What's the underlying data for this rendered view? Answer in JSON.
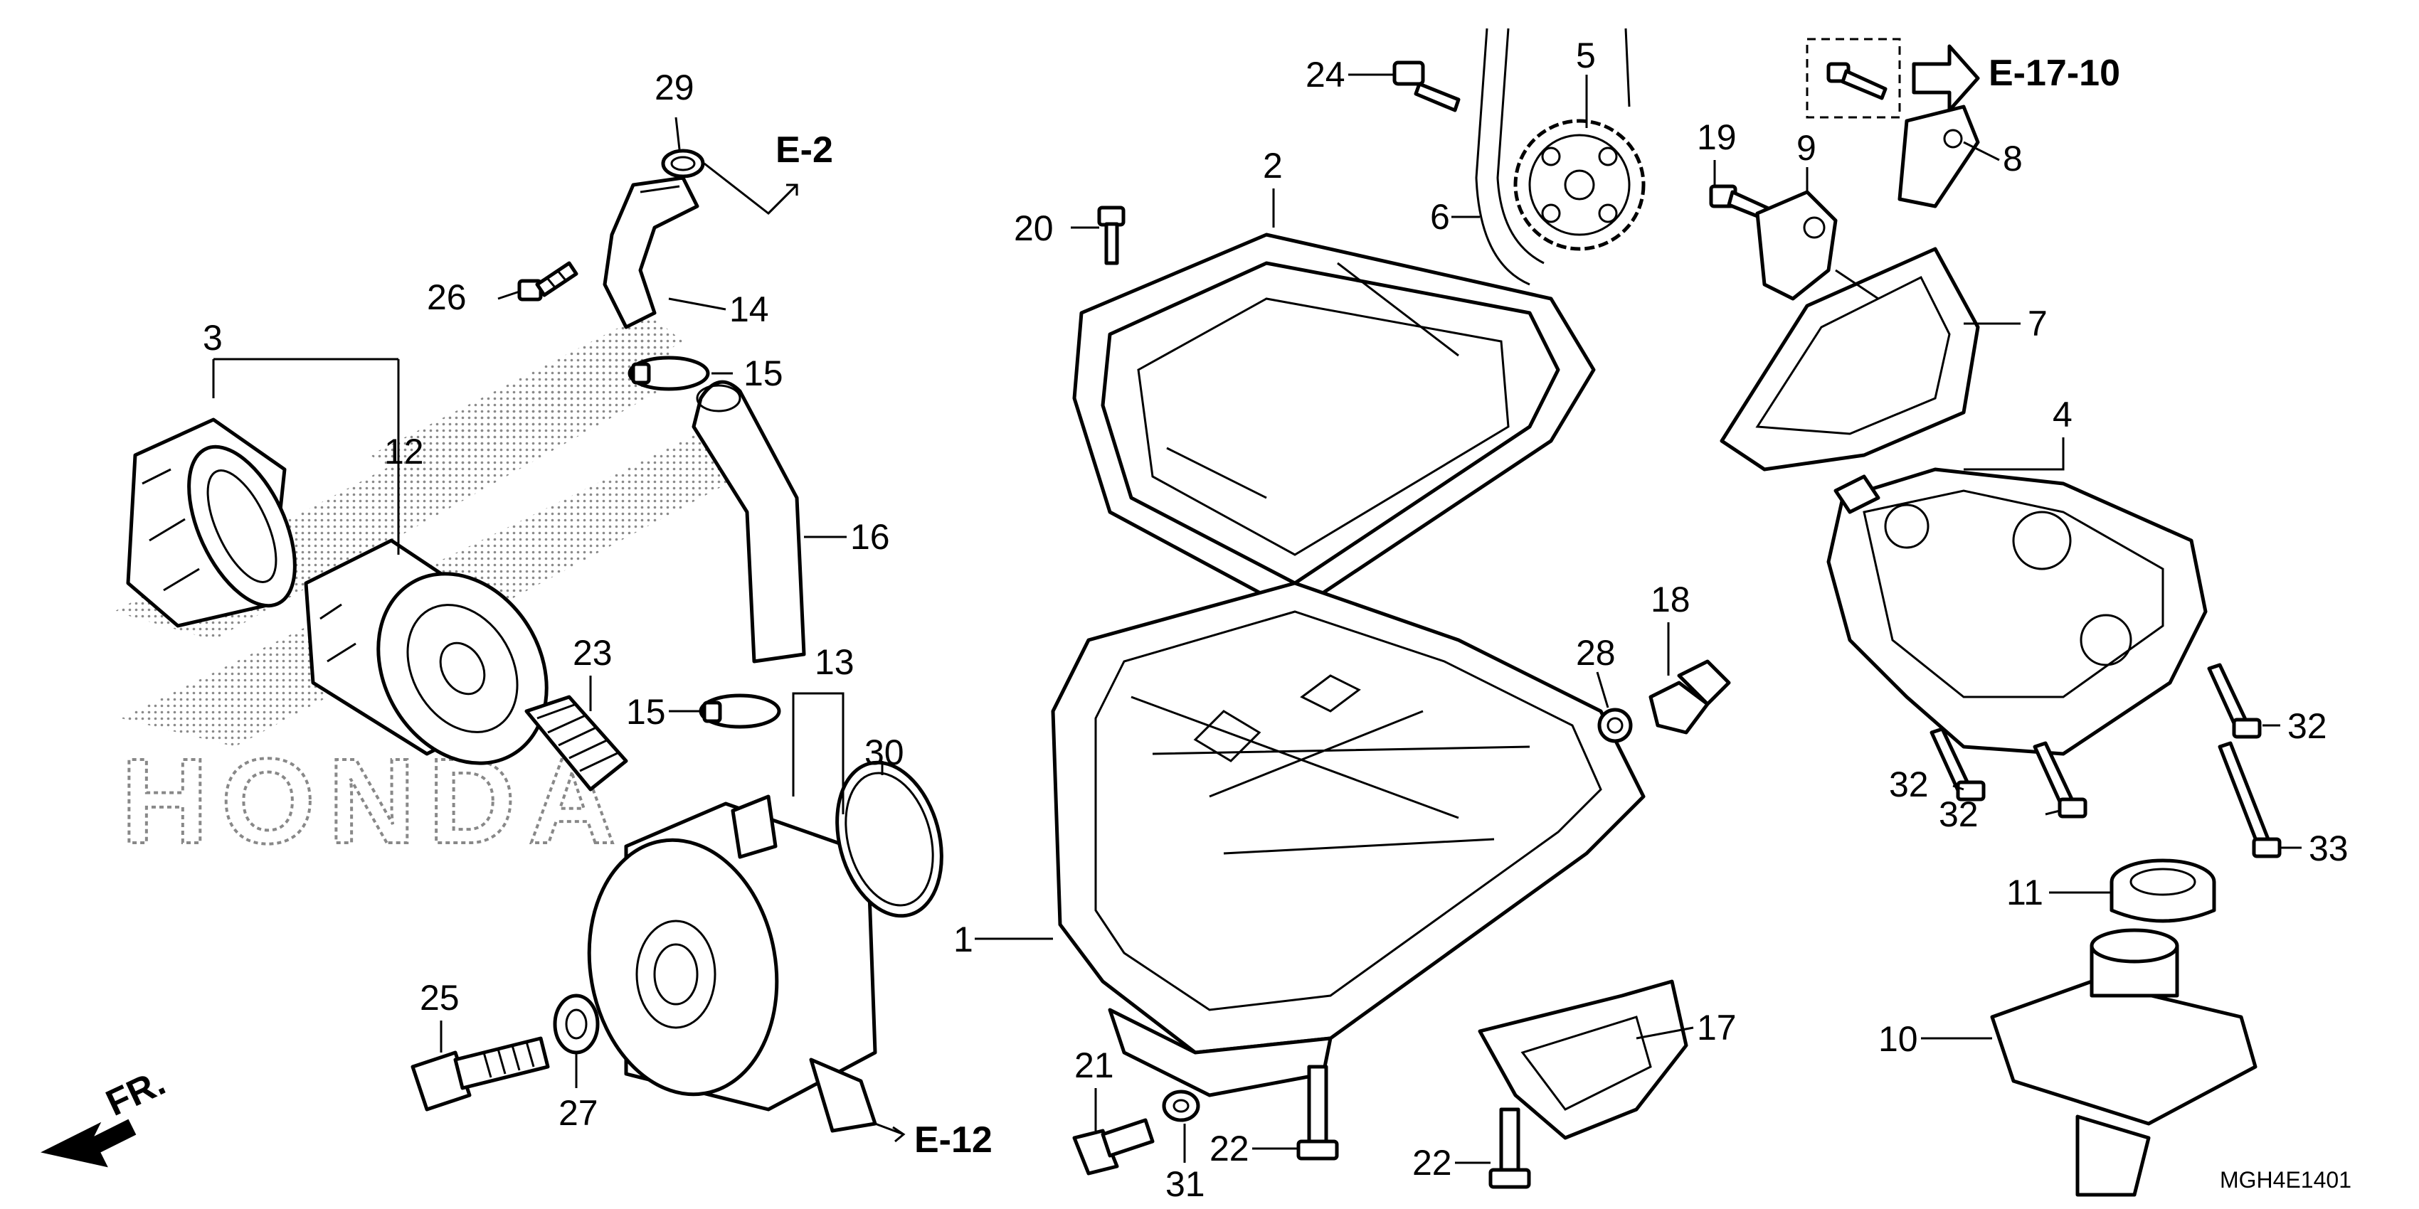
{
  "diagram": {
    "callouts": {
      "c1": "1",
      "c2": "2",
      "c3": "3",
      "c4": "4",
      "c5": "5",
      "c6": "6",
      "c7": "7",
      "c8": "8",
      "c9": "9",
      "c10": "10",
      "c11": "11",
      "c12": "12",
      "c13": "13",
      "c14": "14",
      "c15a": "15",
      "c15b": "15",
      "c16": "16",
      "c17": "17",
      "c18": "18",
      "c19": "19",
      "c20": "20",
      "c21": "21",
      "c22a": "22",
      "c22b": "22",
      "c23": "23",
      "c24": "24",
      "c25": "25",
      "c26": "26",
      "c27": "27",
      "c28": "28",
      "c29": "29",
      "c30": "30",
      "c31": "31",
      "c32a": "32",
      "c32b": "32",
      "c32c": "32",
      "c33": "33"
    },
    "references": {
      "e2": "E-2",
      "e12": "E-12",
      "e1710": "E-17-10"
    },
    "front_marker": "FR.",
    "watermark": "HONDA",
    "diagram_code": "MGH4E1401"
  }
}
